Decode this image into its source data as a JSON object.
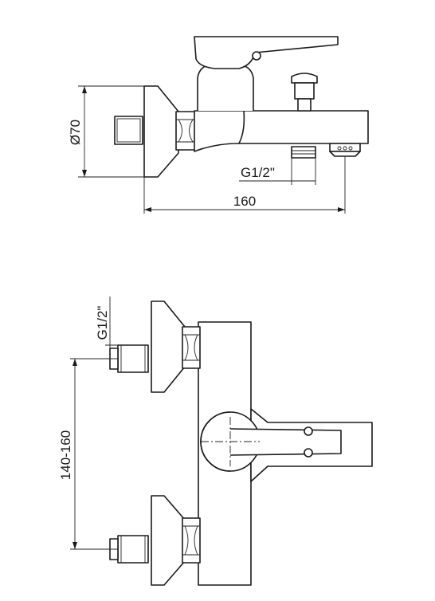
{
  "side_view": {
    "dim_diameter": "Ø70",
    "dim_inlet_thread": "G1/2\"",
    "dim_length": "160"
  },
  "front_view": {
    "dim_inlet_thread": "G1/2\"",
    "dim_centers": "140-160"
  }
}
